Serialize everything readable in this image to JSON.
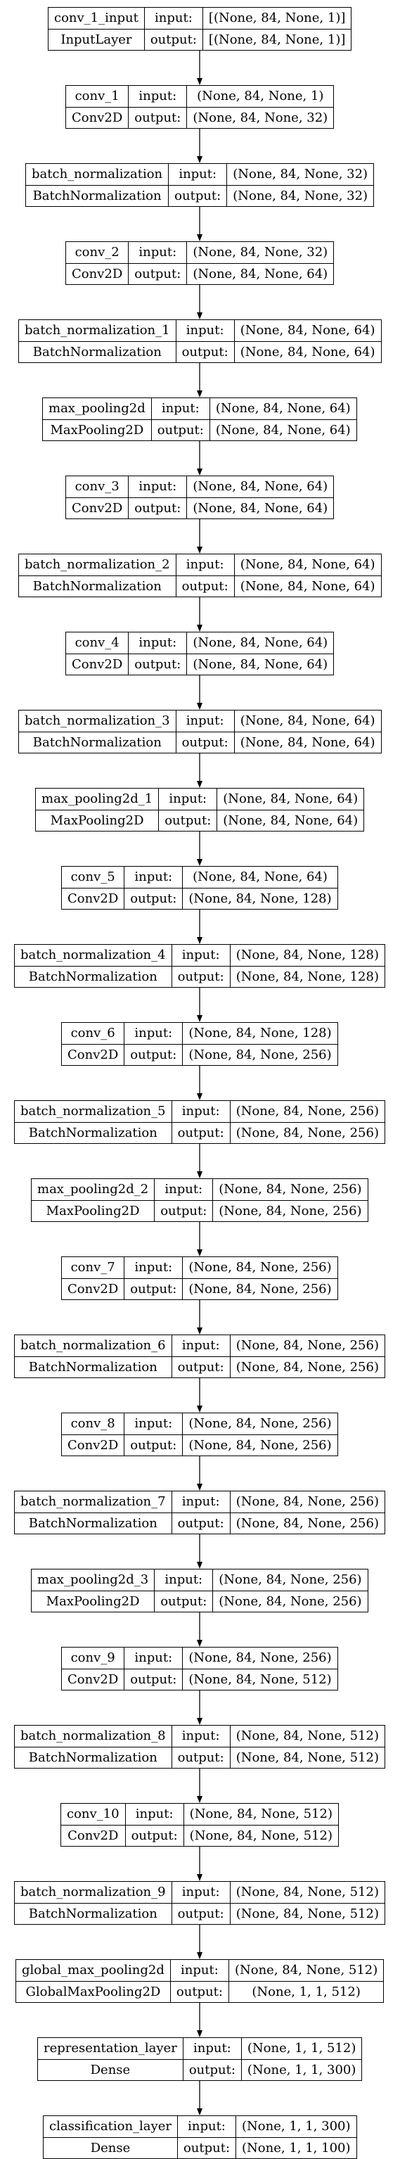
{
  "model_graph": {
    "field_labels": {
      "input": "input:",
      "output": "output:"
    },
    "layers": [
      {
        "name": "conv_1_input",
        "type": "InputLayer",
        "input": "[(None, 84, None, 1)]",
        "output": "[(None, 84, None, 1)]"
      },
      {
        "name": "conv_1",
        "type": "Conv2D",
        "input": "(None, 84, None, 1)",
        "output": "(None, 84, None, 32)"
      },
      {
        "name": "batch_normalization",
        "type": "BatchNormalization",
        "input": "(None, 84, None, 32)",
        "output": "(None, 84, None, 32)"
      },
      {
        "name": "conv_2",
        "type": "Conv2D",
        "input": "(None, 84, None, 32)",
        "output": "(None, 84, None, 64)"
      },
      {
        "name": "batch_normalization_1",
        "type": "BatchNormalization",
        "input": "(None, 84, None, 64)",
        "output": "(None, 84, None, 64)"
      },
      {
        "name": "max_pooling2d",
        "type": "MaxPooling2D",
        "input": "(None, 84, None, 64)",
        "output": "(None, 84, None, 64)"
      },
      {
        "name": "conv_3",
        "type": "Conv2D",
        "input": "(None, 84, None, 64)",
        "output": "(None, 84, None, 64)"
      },
      {
        "name": "batch_normalization_2",
        "type": "BatchNormalization",
        "input": "(None, 84, None, 64)",
        "output": "(None, 84, None, 64)"
      },
      {
        "name": "conv_4",
        "type": "Conv2D",
        "input": "(None, 84, None, 64)",
        "output": "(None, 84, None, 64)"
      },
      {
        "name": "batch_normalization_3",
        "type": "BatchNormalization",
        "input": "(None, 84, None, 64)",
        "output": "(None, 84, None, 64)"
      },
      {
        "name": "max_pooling2d_1",
        "type": "MaxPooling2D",
        "input": "(None, 84, None, 64)",
        "output": "(None, 84, None, 64)"
      },
      {
        "name": "conv_5",
        "type": "Conv2D",
        "input": "(None, 84, None, 64)",
        "output": "(None, 84, None, 128)"
      },
      {
        "name": "batch_normalization_4",
        "type": "BatchNormalization",
        "input": "(None, 84, None, 128)",
        "output": "(None, 84, None, 128)"
      },
      {
        "name": "conv_6",
        "type": "Conv2D",
        "input": "(None, 84, None, 128)",
        "output": "(None, 84, None, 256)"
      },
      {
        "name": "batch_normalization_5",
        "type": "BatchNormalization",
        "input": "(None, 84, None, 256)",
        "output": "(None, 84, None, 256)"
      },
      {
        "name": "max_pooling2d_2",
        "type": "MaxPooling2D",
        "input": "(None, 84, None, 256)",
        "output": "(None, 84, None, 256)"
      },
      {
        "name": "conv_7",
        "type": "Conv2D",
        "input": "(None, 84, None, 256)",
        "output": "(None, 84, None, 256)"
      },
      {
        "name": "batch_normalization_6",
        "type": "BatchNormalization",
        "input": "(None, 84, None, 256)",
        "output": "(None, 84, None, 256)"
      },
      {
        "name": "conv_8",
        "type": "Conv2D",
        "input": "(None, 84, None, 256)",
        "output": "(None, 84, None, 256)"
      },
      {
        "name": "batch_normalization_7",
        "type": "BatchNormalization",
        "input": "(None, 84, None, 256)",
        "output": "(None, 84, None, 256)"
      },
      {
        "name": "max_pooling2d_3",
        "type": "MaxPooling2D",
        "input": "(None, 84, None, 256)",
        "output": "(None, 84, None, 256)"
      },
      {
        "name": "conv_9",
        "type": "Conv2D",
        "input": "(None, 84, None, 256)",
        "output": "(None, 84, None, 512)"
      },
      {
        "name": "batch_normalization_8",
        "type": "BatchNormalization",
        "input": "(None, 84, None, 512)",
        "output": "(None, 84, None, 512)"
      },
      {
        "name": "conv_10",
        "type": "Conv2D",
        "input": "(None, 84, None, 512)",
        "output": "(None, 84, None, 512)"
      },
      {
        "name": "batch_normalization_9",
        "type": "BatchNormalization",
        "input": "(None, 84, None, 512)",
        "output": "(None, 84, None, 512)"
      },
      {
        "name": "global_max_pooling2d",
        "type": "GlobalMaxPooling2D",
        "input": "(None, 84, None, 512)",
        "output": "(None, 1, 1, 512)"
      },
      {
        "name": "representation_layer",
        "type": "Dense",
        "input": "(None, 1, 1, 512)",
        "output": "(None, 1, 1, 300)"
      },
      {
        "name": "classification_layer",
        "type": "Dense",
        "input": "(None, 1, 1, 300)",
        "output": "(None, 1, 1, 100)"
      }
    ],
    "colors": {
      "line": "#000000",
      "box_fill": "#ffffff"
    }
  }
}
